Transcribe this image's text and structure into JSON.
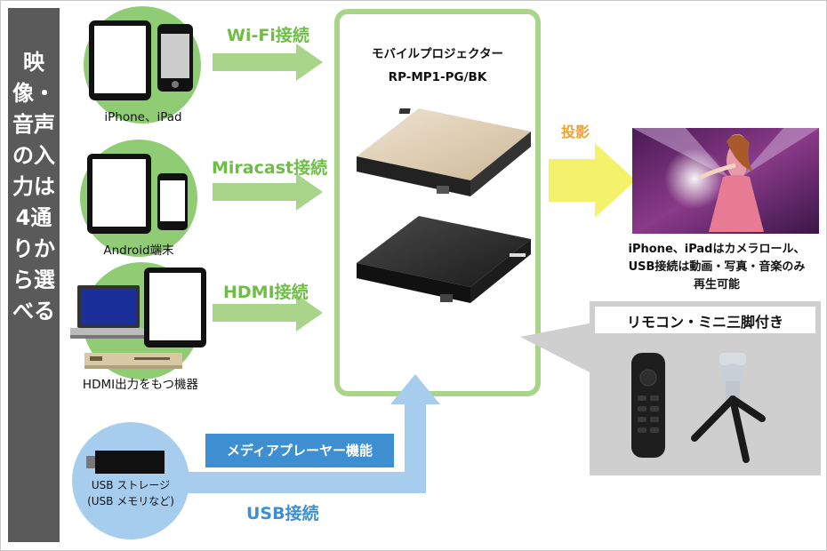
{
  "side_title": "映像・音声の入力は4通りから選べる",
  "sources": [
    {
      "label": "iPhone、iPad",
      "connection": "Wi-Fi接続"
    },
    {
      "label": "Android端末",
      "connection": "Miracast接続"
    },
    {
      "label": "HDMI出力をもつ機器",
      "connection": "HDMI接続"
    }
  ],
  "usb": {
    "label_line1": "USB ストレージ",
    "label_line2": "(USB メモリなど)",
    "connection": "USB接続",
    "function_box": "メディアプレーヤー機能"
  },
  "projector": {
    "title": "モバイルプロジェクター",
    "model": "RP-MP1-PG/BK"
  },
  "projection": {
    "label": "投影",
    "note_lines": [
      "iPhone、iPadはカメラロール、",
      "USB接続は動画・写真・音楽のみ",
      "再生可能"
    ]
  },
  "accessories": {
    "title": "リモコン・ミニ三脚付き"
  },
  "colors": {
    "green": "#6ebd45",
    "light_green": "#a9d58a",
    "circle_green": "#8fcc74",
    "blue": "#3e8fd1",
    "light_blue": "#a7cdee",
    "yellow": "#f3f26a",
    "sidebar": "#5a5a5a",
    "gray_panel": "#cfcfcf"
  }
}
